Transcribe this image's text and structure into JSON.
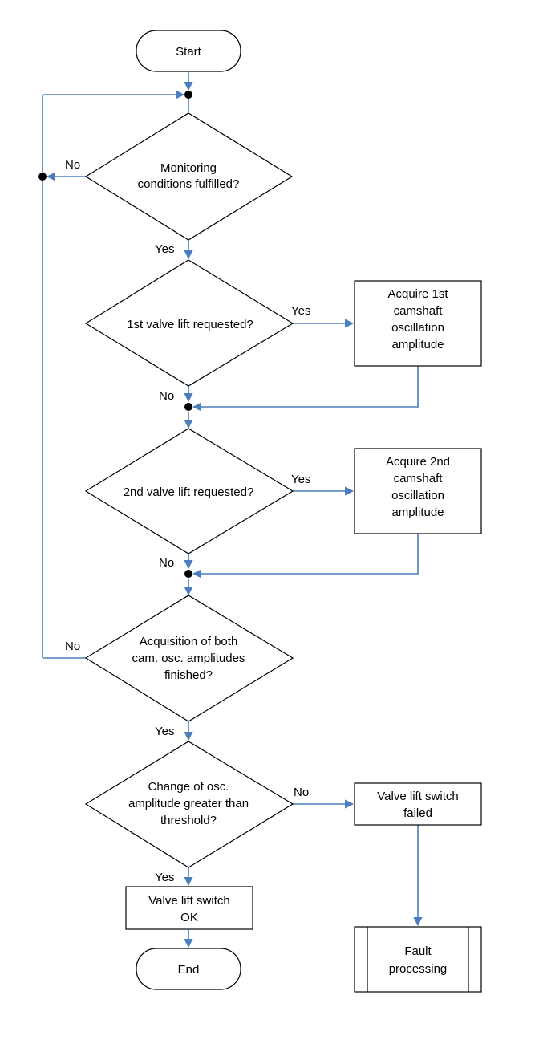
{
  "nodes": {
    "start": "Start",
    "monitoring": [
      "Monitoring",
      "conditions fulfilled?"
    ],
    "lift1": "1st valve lift requested?",
    "acquire1": [
      "Acquire 1st",
      "camshaft",
      "oscillation",
      "amplitude"
    ],
    "lift2": "2nd valve lift requested?",
    "acquire2": [
      "Acquire 2nd",
      "camshaft",
      "oscillation",
      "amplitude"
    ],
    "acquisition": [
      "Acquisition of both",
      "cam. osc. amplitudes",
      "finished?"
    ],
    "change": [
      "Change of osc.",
      "amplitude greater than",
      "threshold?"
    ],
    "ok": [
      "Valve lift switch",
      "OK"
    ],
    "failed": [
      "Valve lift switch",
      "failed"
    ],
    "fault": [
      "Fault",
      "processing"
    ],
    "end": "End"
  },
  "labels": {
    "yes": "Yes",
    "no": "No"
  },
  "colors": {
    "flow": "#4a7ebf",
    "outline": "#000000"
  }
}
